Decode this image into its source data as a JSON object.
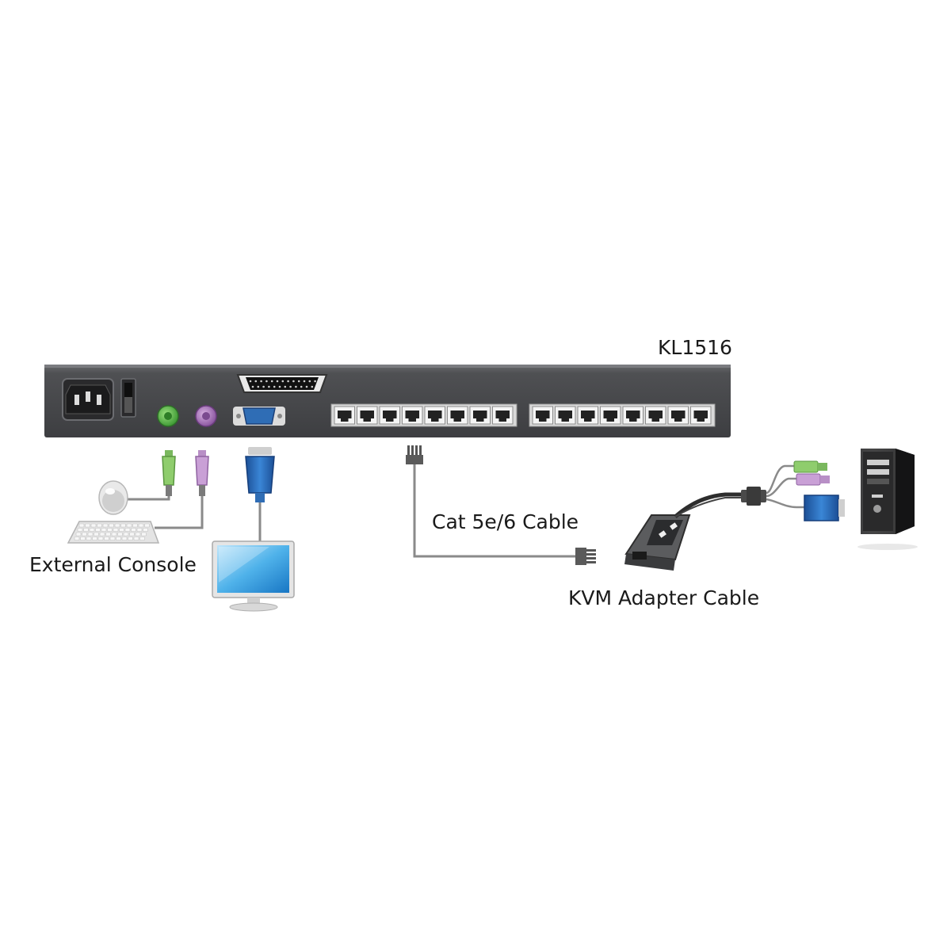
{
  "labels": {
    "model": "KL1516",
    "external_console": "External Console",
    "cable": "Cat 5e/6 Cable",
    "adapter": "KVM Adapter Cable"
  },
  "device": {
    "rj45_ports_per_bank": 8,
    "rj45_banks": 2
  },
  "colors": {
    "chassis": "#4a4b4e",
    "ps2_keyboard": "#62b04d",
    "ps2_mouse": "#a977b8",
    "vga": "#2f6db5",
    "cable_line": "#8a8a8a",
    "text": "#1a1a1a"
  },
  "icons": [
    "power-socket-icon",
    "power-switch-icon",
    "serial-port-icon",
    "ps2-keyboard-port-icon",
    "ps2-mouse-port-icon",
    "vga-port-icon",
    "rj45-port-icon",
    "mouse-icon",
    "keyboard-icon",
    "monitor-icon",
    "kvm-adapter-icon",
    "pc-tower-icon"
  ]
}
